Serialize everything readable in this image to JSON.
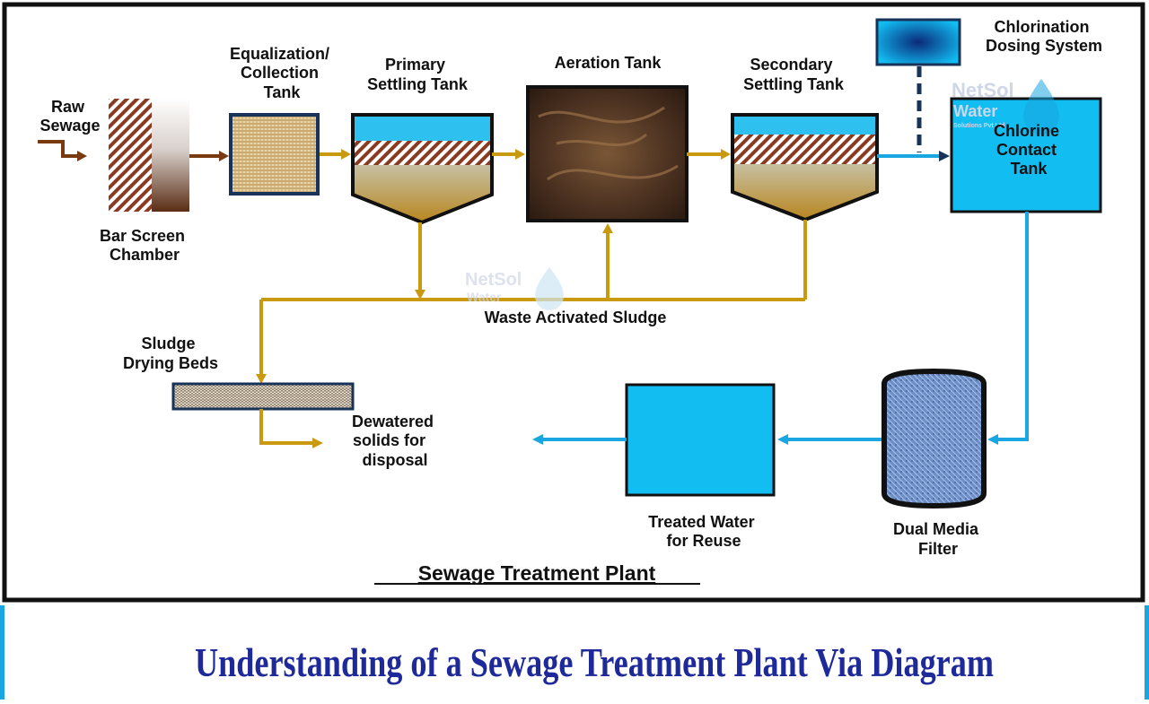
{
  "diagram": {
    "title": "Sewage Treatment Plant",
    "banner": "Understanding of a Sewage Treatment Plant Via Diagram",
    "watermark": {
      "brand": "NetSol",
      "sub": "Water",
      "tagline": "Solutions Pvt Ltd"
    },
    "labels": {
      "raw_sewage": [
        "Raw",
        "Sewage"
      ],
      "bar_screen": [
        "Bar Screen",
        "Chamber"
      ],
      "equalization": [
        "Equalization/",
        "Collection",
        "Tank"
      ],
      "primary": [
        "Primary",
        "Settling Tank"
      ],
      "aeration": [
        "Aeration Tank"
      ],
      "secondary": [
        "Secondary",
        "Settling Tank"
      ],
      "chlorination": [
        "Chlorination",
        "Dosing System"
      ],
      "chlorine_contact": [
        "Chlorine",
        "Contact",
        "Tank"
      ],
      "waste_sludge": [
        "Waste Activated Sludge"
      ],
      "sludge_beds": [
        "Sludge",
        "Drying Beds"
      ],
      "dewatered": [
        "Dewatered",
        "solids for",
        "disposal"
      ],
      "treated": [
        "Treated Water",
        "for Reuse"
      ],
      "dual_media": [
        "Dual Media",
        "Filter"
      ]
    },
    "colors": {
      "sludge_line": "#c99a10",
      "water_line": "#1aa6e0",
      "raw_line": "#7a3a10",
      "tank_blue": "#12bdf2",
      "frame": "#111111",
      "banner_text": "#1f2a9a",
      "banner_edge": "#1aa6e0"
    }
  }
}
